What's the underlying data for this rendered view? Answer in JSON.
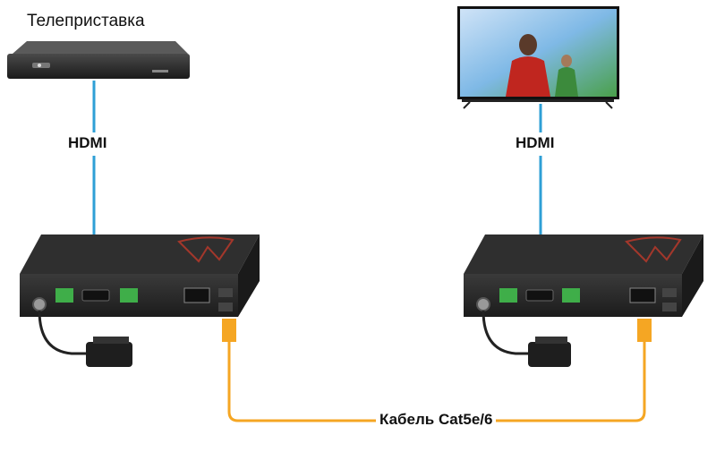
{
  "labels": {
    "set_top_box": "Телеприставка",
    "hdmi_left": "HDMI",
    "hdmi_right": "HDMI",
    "cable": "Кабель Cat5e/6"
  },
  "colors": {
    "hdmi_line": "#2e9fd6",
    "network_line": "#f5a623",
    "device_body": "#2b2b2b",
    "connector": "#3fae49",
    "accent": "#c0392b"
  },
  "icons": [
    "set-top-box",
    "tv",
    "decoder-device",
    "power-adapter",
    "rj45-plug"
  ]
}
